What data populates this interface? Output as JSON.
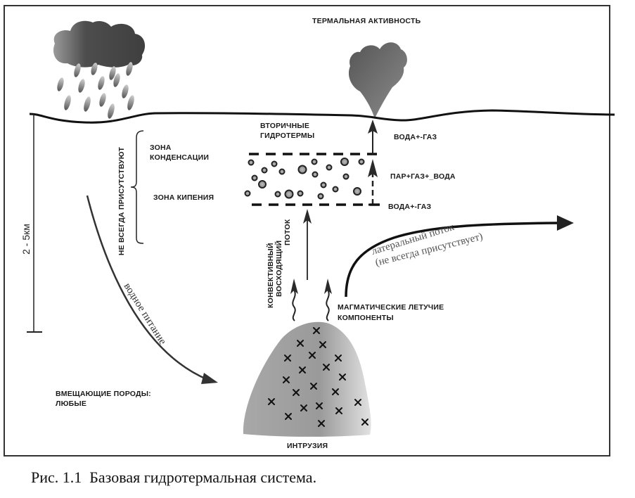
{
  "diagram": {
    "labels": {
      "thermal_activity": "ТЕРМАЛЬНАЯ АКТИВНОСТЬ",
      "secondary_hydrotherms_line1": "ВТОРИЧНЫЕ",
      "secondary_hydrotherms_line2": "ГИДРОТЕРМЫ",
      "water_gas_top": "ВОДА+-ГАЗ",
      "steam_gas_water": "ПАР+ГАЗ+_ВОДА",
      "water_gas_bottom": "ВОДА+-ГАЗ",
      "condensation_zone_line1": "ЗОНА",
      "condensation_zone_line2": "КОНДЕНСАЦИИ",
      "boiling_zone": "ЗОНА КИПЕНИЯ",
      "not_always_present": "НЕ ВСЕГДА ПРИСУТСТВУЮТ",
      "depth_scale": "2 - 5км",
      "convective_line1": "КОНВЕКТИВНЫЙ",
      "convective_line2": "ВОСХОДЯЩИЙ",
      "convective_line3": "ПОТОК",
      "lateral_flow_line1": "латеральный поток",
      "lateral_flow_line2": "(не всегда присутствует)",
      "magmatic_volatiles_line1": "МАГМАТИЧЕСКИЕ ЛЕТУЧИЕ",
      "magmatic_volatiles_line2": "КОМПОНЕНТЫ",
      "water_recharge": "водное питание",
      "host_rocks_line1": "ВМЕЩАЮЩИЕ ПОРОДЫ:",
      "host_rocks_line2": "ЛЮБЫЕ",
      "intrusion": "ИНТРУЗИЯ"
    },
    "icons": {
      "rain_cloud": "rain-cloud-icon",
      "steam_plume": "steam-plume-icon",
      "intrusion_body": "intrusion-body",
      "bubble": "bubble-icon",
      "cross_mark": "cross-mark-icon"
    },
    "colors": {
      "ink": "#1a1a1a",
      "cloud_dark": "#4a4a4a",
      "cloud_light": "#8a8a8a",
      "intrusion_fill": "#9a9a9a",
      "serif_label": "#555555"
    }
  },
  "caption": "Рис. 1.1  Базовая гидротермальная система."
}
